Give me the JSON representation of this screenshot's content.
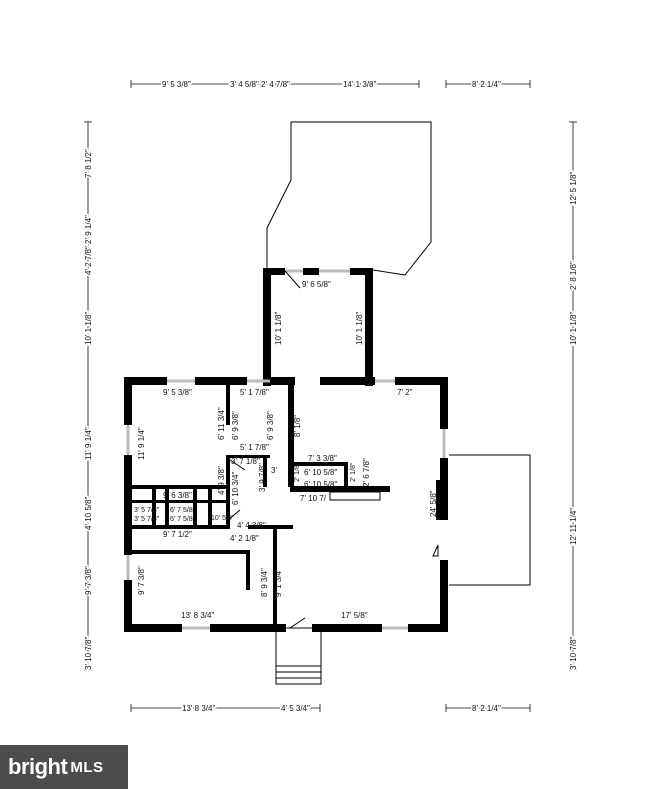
{
  "dimensions": {
    "top": [
      "9' 5 3/8\"",
      "3' 4 5/8\" 2' 4 7/8\"",
      "14' 1 3/8\"",
      "8' 2 1/4\""
    ],
    "bottom": [
      "13' 8 3/4\"",
      "4' 5 3/4\"",
      "8' 2 1/4\""
    ],
    "left": [
      "7' 8 1/2\"",
      "4' 2 7/8\" 2' 9 1/4\"",
      "10' 1 1/8\"",
      "11' 9 1/4\"",
      "4' 10 5/8\"",
      "9' 7 3/8\"",
      "3' 10 7/8\""
    ],
    "right": [
      "12' 5 1/8\"",
      "2' 8 1/8\"",
      "10' 1 1/8\"",
      "12' 11 1/4\"",
      "3' 10 7/8\""
    ]
  },
  "rooms": {
    "r1": "9' 6 5/8\"",
    "r2": "10' 1 1/8\"",
    "r3": "10' 1 1/8\"",
    "r4": "9' 5 3/8\"",
    "r5": "5' 1 7/8\"",
    "r6": "7' 2\"",
    "r7": "6' 11 3/4\"",
    "r8": "6' 9 3/8\"",
    "r9": "6' 9 3/8\"",
    "r10": "8' 1/8\"",
    "r11": "11' 9 1/4\"",
    "r12": "5' 1 7/8\"",
    "r13": "3' 7 1/8\"",
    "r14": "7' 3 3/8\"",
    "r15": "6' 10 5/8\"",
    "r16": "6' 10 5/8\"",
    "r17": "7' 10 7/",
    "r18": "4' 9 3/8\"",
    "r19": "6' 10 3/4\"",
    "r20": "3' 9 7/8\"",
    "r21": "2' 6 7/8\"",
    "r22": "9' 6 3/8\"",
    "r23": "24' 5/8\"",
    "r24": "4' 4 3/8\"",
    "r25": "4' 2 1/8\"",
    "r26": "9' 7 1/2\"",
    "r27": "9' 7 3/8\"",
    "r28": "8' 9 3/4\"",
    "r29": "9' 1 3/4\"",
    "r30": "13' 8 3/4\"",
    "r31": "17' 5/8\"",
    "r32": "6' 7 5/8\"",
    "r33": "6' 7 5/8\"",
    "r34": "3' 5 7/8\"",
    "r35": "3' 5 7/8\"",
    "r36": "10' 5/8\"",
    "r37": "2' 1/8\"",
    "r38": "2' 1/8\"",
    "r39": "3'"
  },
  "logo": {
    "brand": "bright",
    "mls": "MLS"
  }
}
